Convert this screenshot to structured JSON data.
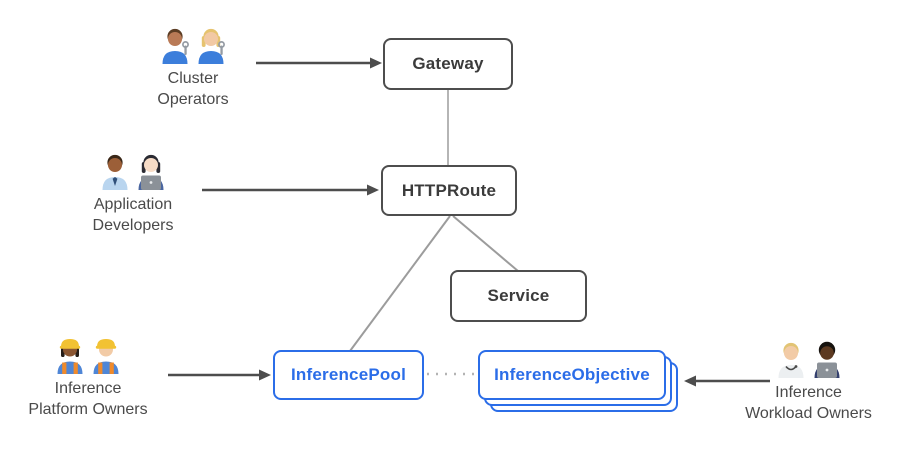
{
  "diagram": {
    "nodes": {
      "gateway": {
        "label": "Gateway",
        "kind": "gateway-api-resource"
      },
      "httproute": {
        "label": "HTTPRoute",
        "kind": "gateway-api-resource"
      },
      "service": {
        "label": "Service",
        "kind": "kubernetes-resource"
      },
      "inference_pool": {
        "label": "InferencePool",
        "kind": "inference-extension-resource"
      },
      "inference_objective": {
        "label": "InferenceObjective",
        "kind": "inference-extension-resource",
        "stacked": true
      }
    },
    "personas": {
      "cluster_operators": {
        "label_line1": "Cluster",
        "label_line2": "Operators",
        "icons": [
          "man-mechanic-emoji",
          "woman-mechanic-emoji"
        ]
      },
      "application_developers": {
        "label_line1": "Application",
        "label_line2": "Developers",
        "icons": [
          "man-office-worker-emoji",
          "woman-technologist-emoji"
        ]
      },
      "inference_platform_owners": {
        "label_line1": "Inference",
        "label_line2": "Platform Owners",
        "icons": [
          "woman-construction-worker-emoji",
          "man-construction-worker-emoji"
        ]
      },
      "inference_workload_owners": {
        "label_line1": "Inference",
        "label_line2": "Workload Owners",
        "icons": [
          "health-worker-emoji",
          "technologist-emoji"
        ]
      }
    },
    "relations": [
      {
        "from": "cluster_operators",
        "to": "gateway",
        "style": "arrow"
      },
      {
        "from": "application_developers",
        "to": "httproute",
        "style": "arrow"
      },
      {
        "from": "inference_platform_owners",
        "to": "inference_pool",
        "style": "arrow"
      },
      {
        "from": "inference_workload_owners",
        "to": "inference_objective",
        "style": "arrow"
      },
      {
        "from": "gateway",
        "to": "httproute",
        "style": "line"
      },
      {
        "from": "httproute",
        "to": "inference_pool",
        "style": "line"
      },
      {
        "from": "httproute",
        "to": "service",
        "style": "line"
      },
      {
        "from": "inference_pool",
        "to": "inference_objective",
        "style": "dotted"
      }
    ],
    "colors": {
      "resource_border": "#4d4d4d",
      "resource_text": "#3b3b3b",
      "inference_accent": "#2b6de8",
      "connector_gray": "#9c9c9c",
      "connector_light": "#b5b5b5",
      "dotted_gray": "#b3b3b3",
      "arrow_dark": "#4d4d4d",
      "persona_text": "#4a4a4a",
      "background": "#ffffff"
    }
  }
}
